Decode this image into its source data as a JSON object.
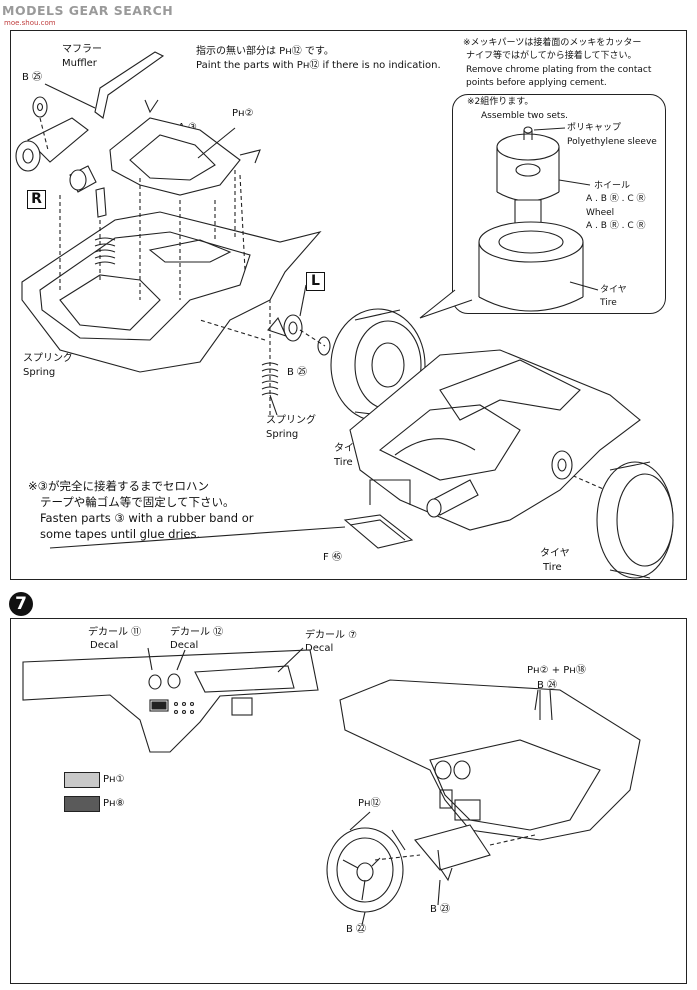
{
  "watermark": {
    "brand": "MODELS GEAR SEARCH",
    "url": "moe.shou.com"
  },
  "step6": {
    "muffler": {
      "jp": "マフラー",
      "en": "Muffler"
    },
    "paint_note": {
      "jp": "指示の無い部分は Pн⑫ です。",
      "en": "Paint the parts with Pн⑫ if there is no indication."
    },
    "chrome_note": {
      "jp1": "※メッキパーツは接着面のメッキをカッター",
      "jp2": "ナイフ等ではがしてから接着して下さい。",
      "en1": "Remove chrome plating from the contact",
      "en2": "points before applying cement."
    },
    "assemble": {
      "jp": "※2組作ります。",
      "en": "Assemble two sets."
    },
    "poly_cap": {
      "jp": "ポリキャップ",
      "en": "Polyethylene sleeve"
    },
    "wheel": {
      "jp": "ホイール",
      "parts": "A . B Ⓡ . C Ⓡ",
      "en": "Wheel",
      "parts2": "A . B Ⓡ . C Ⓡ"
    },
    "tire_callout": {
      "jp": "タイヤ",
      "en": "Tire"
    },
    "tire_mid": {
      "jp": "タイヤ",
      "en": "Tire"
    },
    "tire_right": {
      "jp": "タイヤ",
      "en": "Tire"
    },
    "spring_left": {
      "jp": "スプリング",
      "en": "Spring"
    },
    "spring_right": {
      "jp": "スプリング",
      "en": "Spring"
    },
    "part_b25_top": "B ㉕",
    "part_b25_mid": "B ㉕",
    "part_a3": "A ③",
    "part_ph2": "Pн②",
    "part_f45": "F ㊺",
    "box_r": "R",
    "box_l": "L",
    "fasten_note": {
      "jp1": "※③が完全に接着するまでセロハン",
      "jp2": "テープや輪ゴム等で固定して下さい。",
      "en1": "Fasten parts ③ with a rubber band or",
      "en2": "some tapes until glue dries."
    }
  },
  "step7": {
    "number": "7",
    "decal11": {
      "jp": "デカール ⑪",
      "en": "Decal"
    },
    "decal12": {
      "jp": "デカール ⑫",
      "en": "Decal"
    },
    "decal7": {
      "jp": "デカール ⑦",
      "en": "Decal"
    },
    "paint_combo": "Pн② + Pн⑱",
    "part_b24": "B ㉔",
    "part_ph12": "Pн⑫",
    "part_b23": "B ㉓",
    "part_b22": "B ㉒",
    "legend": [
      {
        "label": "Pн①",
        "color": "#c9c9c9"
      },
      {
        "label": "Pн⑧",
        "color": "#5a5a5a"
      }
    ]
  }
}
